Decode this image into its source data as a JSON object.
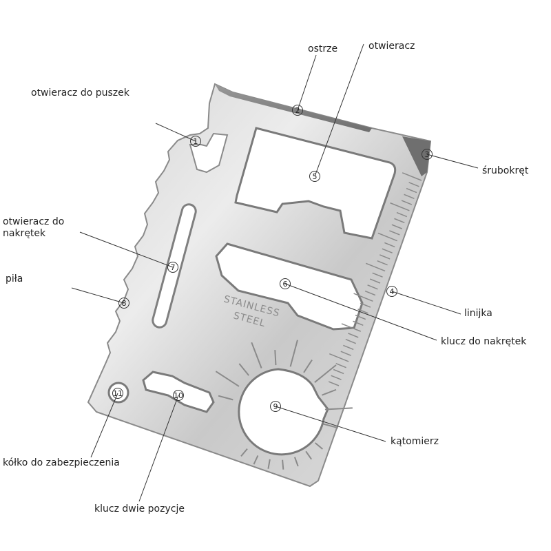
{
  "labels": {
    "can_opener": "otwieracz do puszek",
    "blade": "ostrze",
    "opener": "otwieracz",
    "screwdriver": "śrubokręt",
    "nut_opener": "otwieracz do\nnakrętek",
    "saw": "piła",
    "ruler": "linijka",
    "wrench": "klucz do nakrętek",
    "protractor": "kątomierz",
    "safety_ring": "kółko do zabezpieczenia",
    "two_position_wrench": "klucz dwie pozycje"
  },
  "markers": [
    "1",
    "2",
    "3",
    "4",
    "5",
    "6",
    "7",
    "8",
    "9",
    "10",
    "11"
  ],
  "engraving": {
    "line1": "STAINLESS",
    "line2": "STEEL"
  },
  "colors": {
    "steel_light": "#e2e2e2",
    "steel_mid": "#c4c4c4",
    "steel_dark": "#8e8e8e",
    "leader": "#333333"
  }
}
